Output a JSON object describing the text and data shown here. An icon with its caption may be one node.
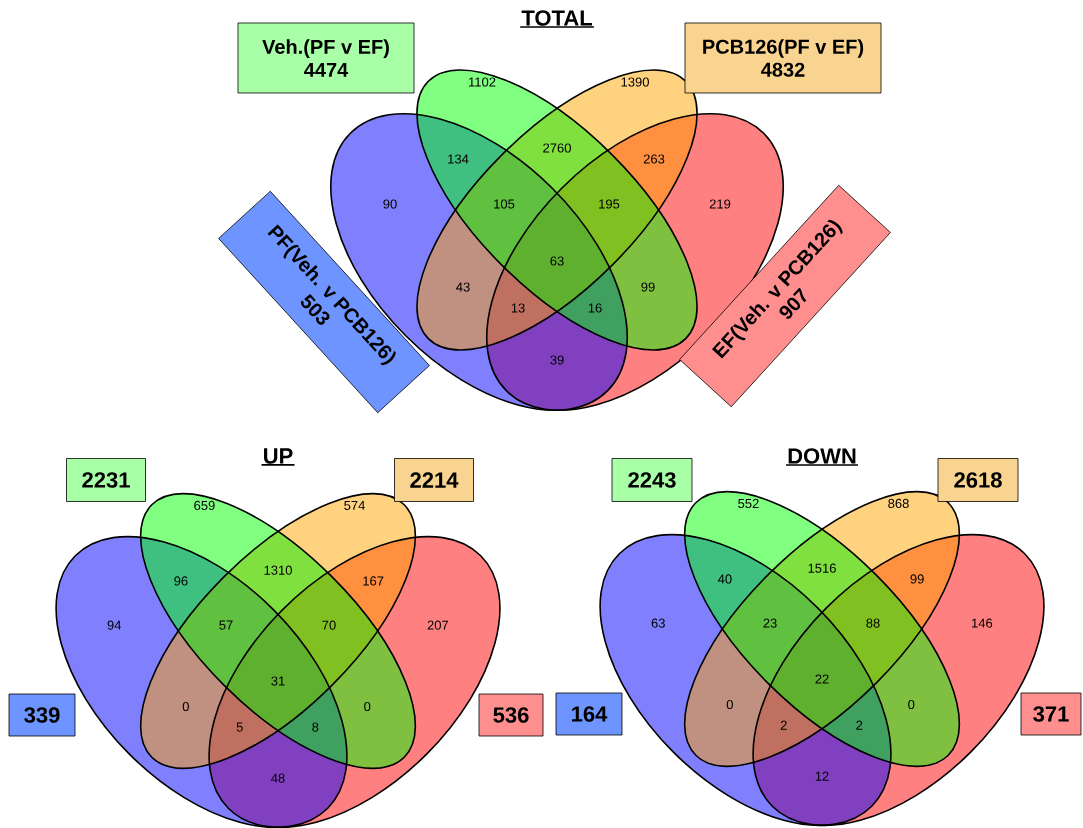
{
  "diagram": {
    "nodes": [
      {
        "text": [
          "Veh.(PF v EF)",
          "4474"
        ]
      },
      {
        "text": [
          "PCB126(PF v EF)",
          "4832"
        ]
      },
      {
        "text": [
          "PF(Veh. v PCB126)",
          "503"
        ]
      },
      {
        "text": [
          "EF(Veh. v PCB126)",
          "907"
        ]
      },
      {
        "text": [
          "2231"
        ]
      },
      {
        "text": [
          "2214"
        ]
      },
      {
        "text": [
          "339"
        ]
      },
      {
        "text": [
          "536"
        ]
      },
      {
        "text": [
          "2243"
        ]
      },
      {
        "text": [
          "2618"
        ]
      },
      {
        "text": [
          "164"
        ]
      },
      {
        "text": [
          "371"
        ]
      }
    ],
    "labels": [
      "TOTAL",
      "1102",
      "1390",
      "134",
      "2760",
      "263",
      "90",
      "105",
      "195",
      "219",
      "63",
      "43",
      "99",
      "13",
      "16",
      "39",
      "UP",
      "659",
      "574",
      "96",
      "1310",
      "167",
      "94",
      "57",
      "70",
      "207",
      "31",
      "0",
      "0",
      "5",
      "8",
      "48",
      "DOWN",
      "552",
      "868",
      "40",
      "1516",
      "99",
      "63",
      "23",
      "88",
      "146",
      "22",
      "0",
      "0",
      "2",
      "2",
      "12"
    ]
  }
}
